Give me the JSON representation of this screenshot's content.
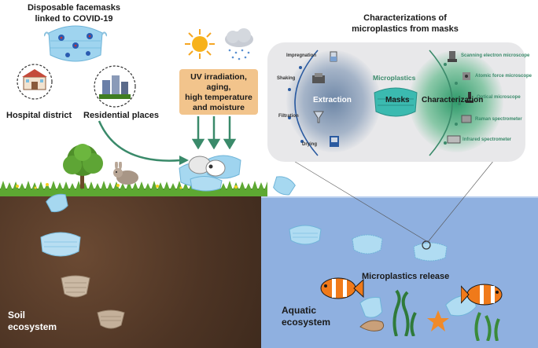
{
  "facemasks_title": "Disposable facemasks linked to COVID-19",
  "hospital_label": "Hospital district",
  "residential_label": "Residential places",
  "uv_box": {
    "line1": "UV irradiation,",
    "line2": "aging,",
    "line3": "high temperature",
    "line4": "and moisture"
  },
  "characterizations_title": {
    "line1": "Characterizations of",
    "line2": "microplastics from masks"
  },
  "panel": {
    "extraction": "Extraction",
    "microplastics": "Microplastics",
    "masks": "Masks",
    "characterization": "Characterization",
    "left_steps": [
      "Impregnation",
      "Shaking",
      "Filtration",
      "Drying"
    ],
    "right_steps": [
      "Scanning electron microscope",
      "Atomic force microscope",
      "Optical microscope",
      "Raman spectrometer",
      "Infrared spectrometer"
    ]
  },
  "microplastics_release": "Microplastics release",
  "soil_label": {
    "line1": "Soil",
    "line2": "ecosystem"
  },
  "aquatic_label": {
    "line1": "Aquatic",
    "line2": "ecosystem"
  },
  "colors": {
    "soil": "#5a3f2c",
    "water": "#8fb0e0",
    "uv_box": "#f2c48c",
    "accent_green": "#3a8a6a",
    "mask": "#9fd4ef"
  }
}
